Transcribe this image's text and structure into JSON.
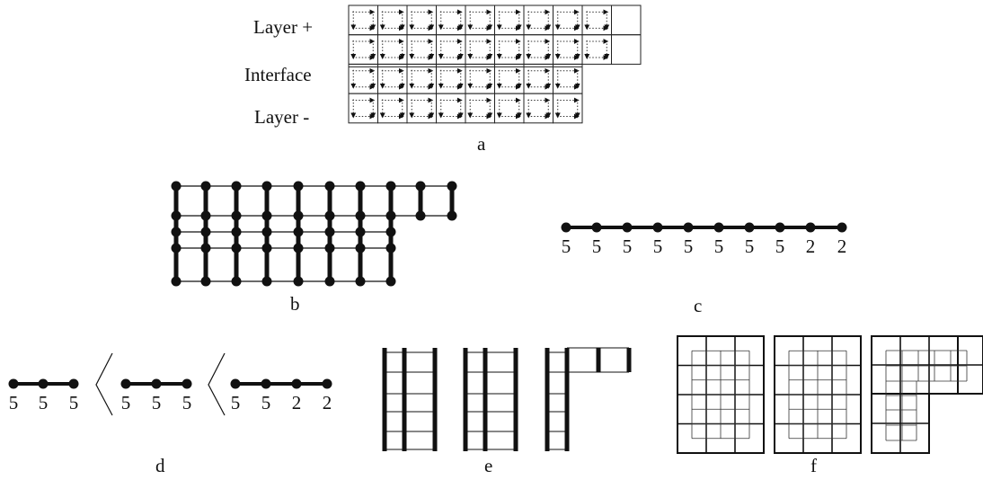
{
  "layer_labels": {
    "top": "Layer +",
    "middle": "Interface",
    "bottom": "Layer -"
  },
  "captions": {
    "a": "a",
    "b": "b",
    "c": "c",
    "d": "d",
    "e": "e",
    "f": "f"
  },
  "chain_c": [
    "5",
    "5",
    "5",
    "5",
    "5",
    "5",
    "5",
    "5",
    "2",
    "2"
  ],
  "chain_d": [
    [
      "5",
      "5",
      "5"
    ],
    [
      "5",
      "5",
      "5"
    ],
    [
      "5",
      "5",
      "2",
      "2"
    ]
  ]
}
